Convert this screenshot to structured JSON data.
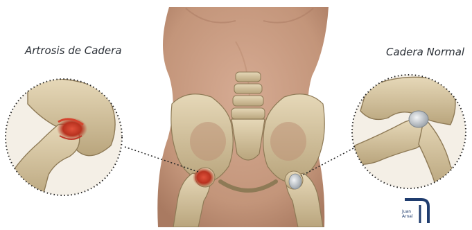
{
  "labels": {
    "left": "Artrosis de Cadera",
    "right": "Cadera Normal"
  },
  "logo": {
    "line1": "Juan",
    "line2": "Arnal"
  },
  "colors": {
    "background": "#ffffff",
    "skin": "#c99a7f",
    "bone": "#d9c9a6",
    "inflammation": "#c0392b",
    "cartilage": "#c8cdd2",
    "logo_blue": "#1f3c6e",
    "dotted_circle": "#222222"
  }
}
